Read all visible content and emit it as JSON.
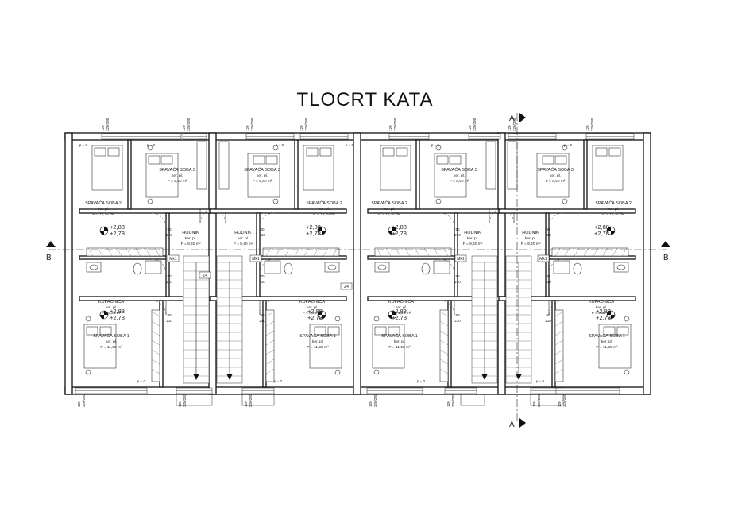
{
  "title": "TLOCRT KATA",
  "sections": {
    "a_top": "A",
    "a_bottom": "A",
    "b_left": "B",
    "b_right": "B"
  },
  "rooms": {
    "bed3_name": "SPAVAĆA SOBA 3",
    "bed3_area": "P = 9,40 m²",
    "bed2_name": "SPAVAĆA SOBA 2",
    "bed2_area": "P = 12,75 m²",
    "hall_name": "HODNIK",
    "hall_area": "P = 9,40 m²",
    "bath_name": "KUPAONICA",
    "bath_area": "P = 5,25 m²",
    "bed1_name": "SPAVAĆA SOBA 1",
    "bed1_area": "P = 11,55 m²",
    "floor_type": "ker. pl."
  },
  "levels": {
    "top": "+2,88",
    "bottom": "+2,78"
  },
  "doors": {
    "width_90": "90",
    "width_80": "80",
    "height": "210"
  },
  "markers": {
    "mk1": "Mk1",
    "z4": "Z4"
  },
  "windows": {
    "sill": "p = 0",
    "size_a": "120",
    "size_b": "220/230"
  }
}
